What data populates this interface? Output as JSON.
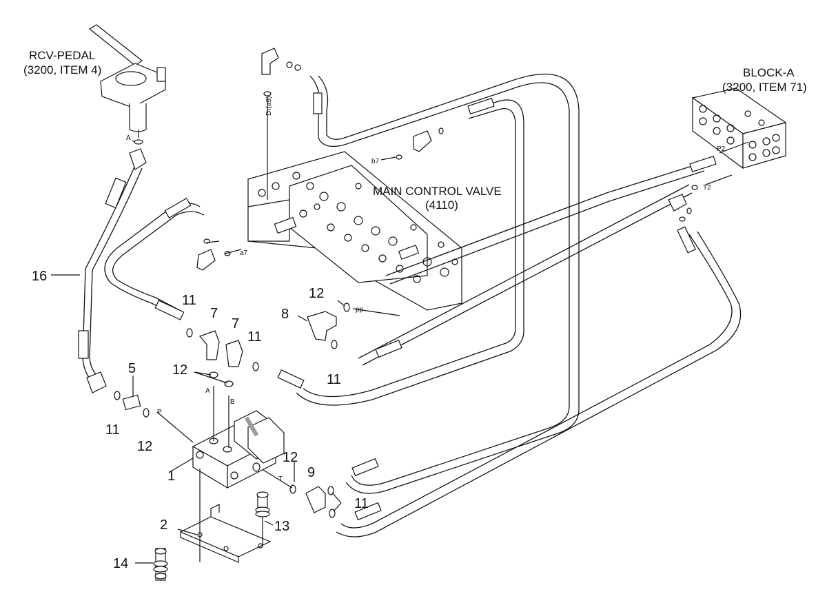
{
  "labels": {
    "rcv_pedal_line1": "RCV-PEDAL",
    "rcv_pedal_line2": "(3200, ITEM 4)",
    "block_a_line1": "BLOCK-A",
    "block_a_line2": "(3200, ITEM 71)",
    "mcv_line1": "MAIN CONTROL VALVE",
    "mcv_line2": "(4110)"
  },
  "ports": {
    "a": "A",
    "dr_a9": "Dr(a9)",
    "b7": "b7",
    "p2": "P2",
    "t2": "T2",
    "a7": "a7",
    "pp": "pp",
    "port_a": "A",
    "port_b": "B",
    "port_p": "P",
    "port_t": "T"
  },
  "callouts": {
    "c16": "16",
    "c11_a": "11",
    "c7_a": "7",
    "c7_b": "7",
    "c11_b": "11",
    "c12_a": "12",
    "c8": "8",
    "c11_c": "11",
    "c12_b": "12",
    "c5": "5",
    "c11_d": "11",
    "c12_c": "12",
    "c12_d": "12",
    "c1": "1",
    "c9": "9",
    "c11_e": "11",
    "c2": "2",
    "c13": "13",
    "c14": "14"
  }
}
